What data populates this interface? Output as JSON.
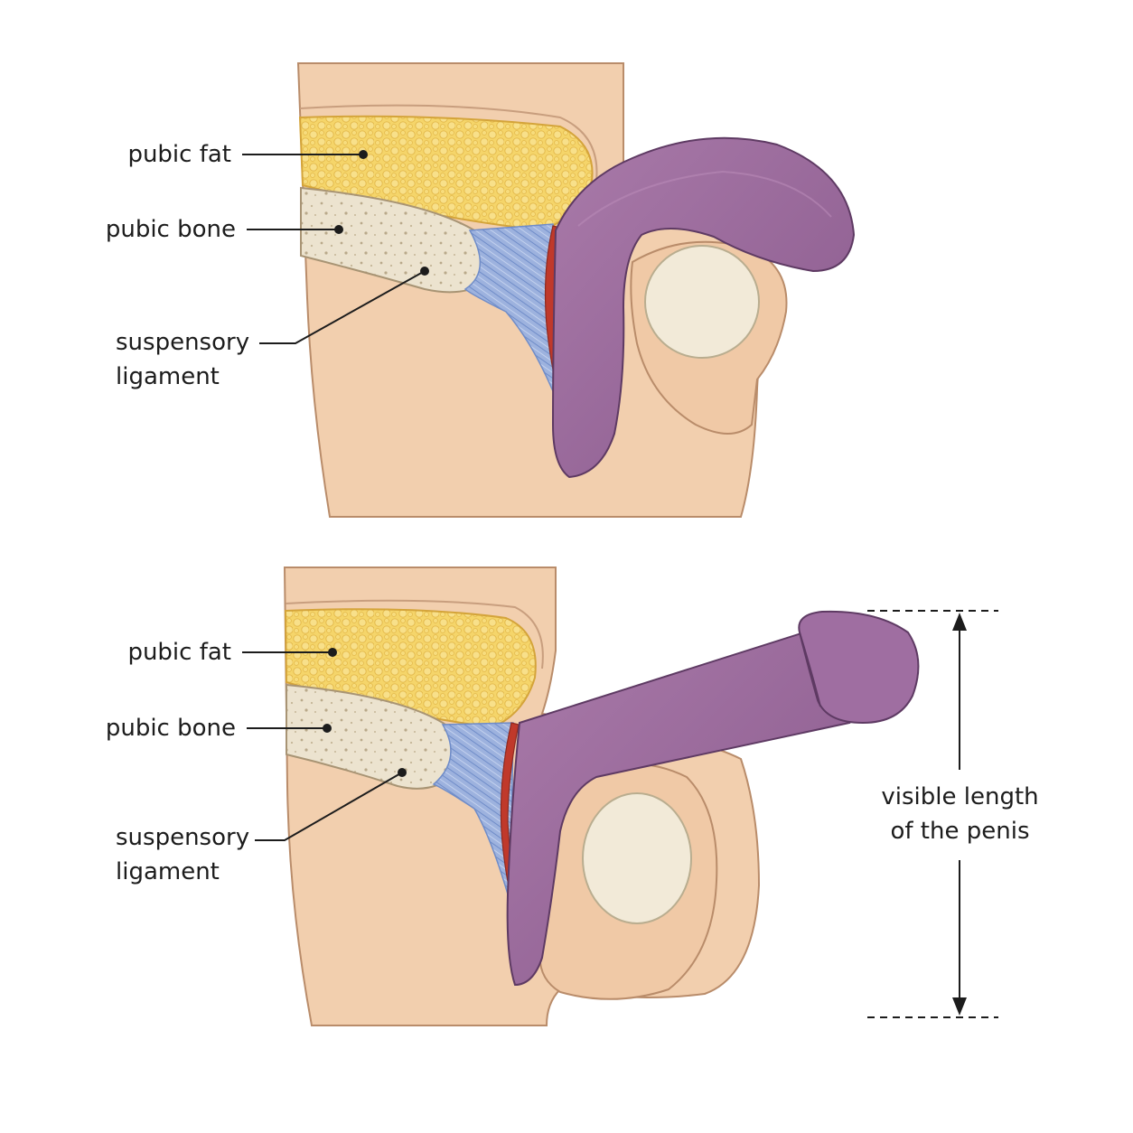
{
  "panels": [
    {
      "state": "flaccid",
      "labels": {
        "pubic_fat": "pubic fat",
        "pubic_bone": "pubic bone",
        "suspensory_ligament": "suspensory\nligament"
      }
    },
    {
      "state": "erect",
      "labels": {
        "pubic_fat": "pubic fat",
        "pubic_bone": "pubic bone",
        "suspensory_ligament": "suspensory\nligament"
      },
      "measurement_label": "visible length\nof the penis"
    }
  ],
  "colors": {
    "skin": "#f2cfae",
    "skin_outline": "#b98c6a",
    "fat": "#f5d56a",
    "bone": "#ece3cf",
    "ligament": "#8ea6d8",
    "artery": "#c0392b",
    "penis": "#9a6a9c",
    "testis": "#f2ead8"
  }
}
